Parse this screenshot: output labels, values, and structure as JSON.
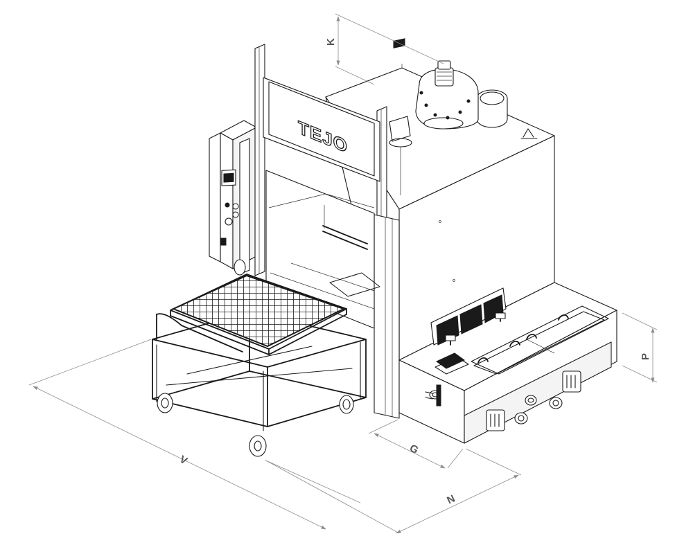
{
  "brand_logo": "TEJO",
  "dimensions": {
    "k": "K",
    "p": "P",
    "v": "V",
    "g": "G",
    "n": "N"
  },
  "colors": {
    "line": "#1a1a1a",
    "dimension": "#8c8c8c",
    "dimension_label": "#555555",
    "background": "#ffffff"
  }
}
